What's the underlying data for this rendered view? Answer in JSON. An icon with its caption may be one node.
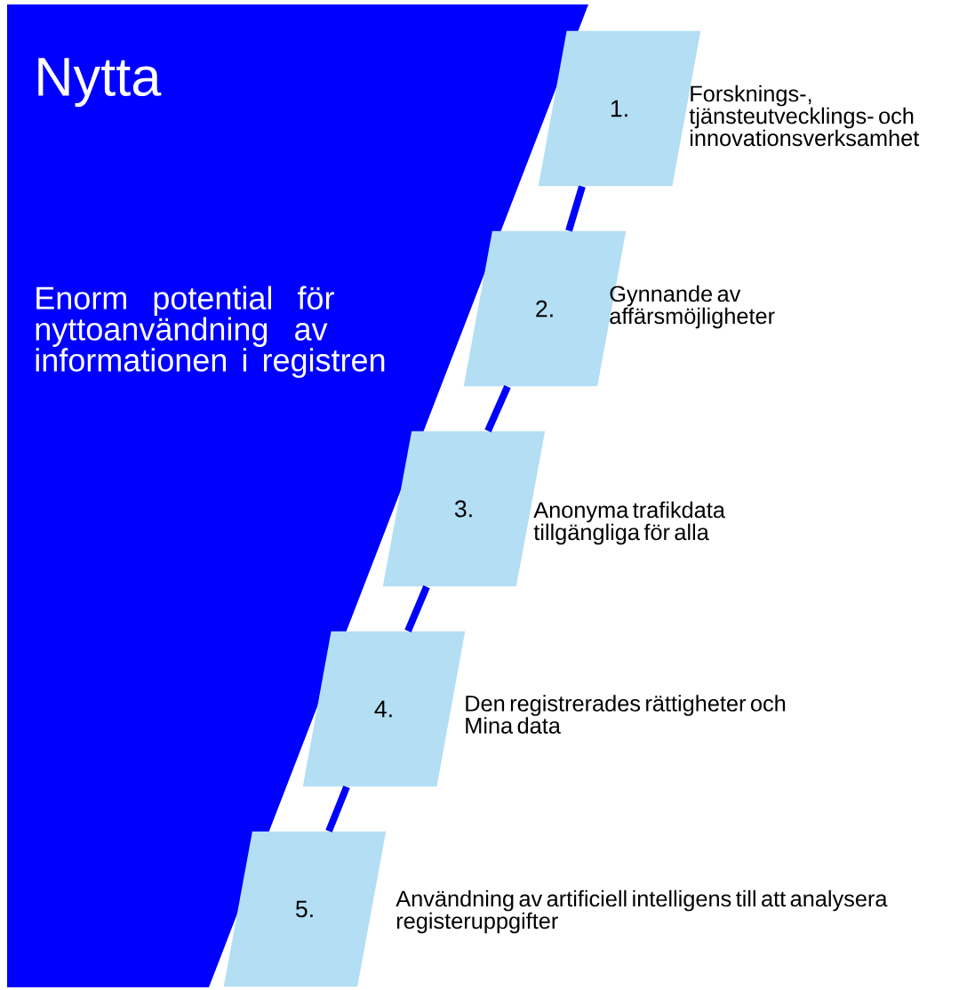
{
  "diagram": {
    "nodes": [
      {
        "text": [
          "Nytta",
          "Enorm potential för nyttoanvändning av informationen i registren"
        ]
      },
      {
        "text": [
          "1."
        ],
        "beside": [
          "Forsknings-, tjänsteutvecklings- och innovationsverksamhet"
        ]
      },
      {
        "text": [
          "2."
        ],
        "beside": [
          "Gynnande av affärsmöjligheter"
        ]
      },
      {
        "text": [
          "3."
        ],
        "beside": [
          "Anonyma trafikdata tillgängliga för alla"
        ]
      },
      {
        "text": [
          "4."
        ],
        "beside": [
          "Den registrerades rättigheter och Mina data"
        ]
      },
      {
        "text": [
          "5."
        ],
        "beside": [
          "Användning av artificiell intelligens till att analysera registeruppgifter"
        ]
      }
    ],
    "edges": [
      {
        "from": 1,
        "to": 2,
        "arrow": "none"
      },
      {
        "from": 2,
        "to": 3,
        "arrow": "none"
      },
      {
        "from": 3,
        "to": 4,
        "arrow": "none"
      },
      {
        "from": 4,
        "to": 5,
        "arrow": "none"
      }
    ]
  }
}
